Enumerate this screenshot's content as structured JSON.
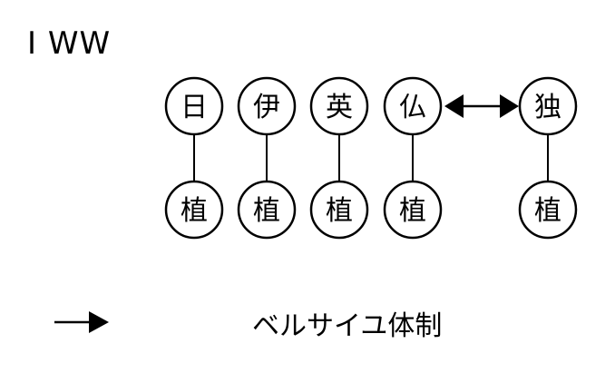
{
  "title": "I WW",
  "top_row": [
    {
      "label": "日"
    },
    {
      "label": "伊"
    },
    {
      "label": "英"
    },
    {
      "label": "仏"
    },
    {
      "label": "独"
    }
  ],
  "bottom_row": [
    {
      "label": "植"
    },
    {
      "label": "植"
    },
    {
      "label": "植"
    },
    {
      "label": "植"
    },
    {
      "label": "植"
    }
  ],
  "relation": {
    "from": "仏",
    "to": "独",
    "style": "double-arrow"
  },
  "legend": {
    "label": "ベルサイユ体制",
    "symbol": "right-arrow"
  }
}
